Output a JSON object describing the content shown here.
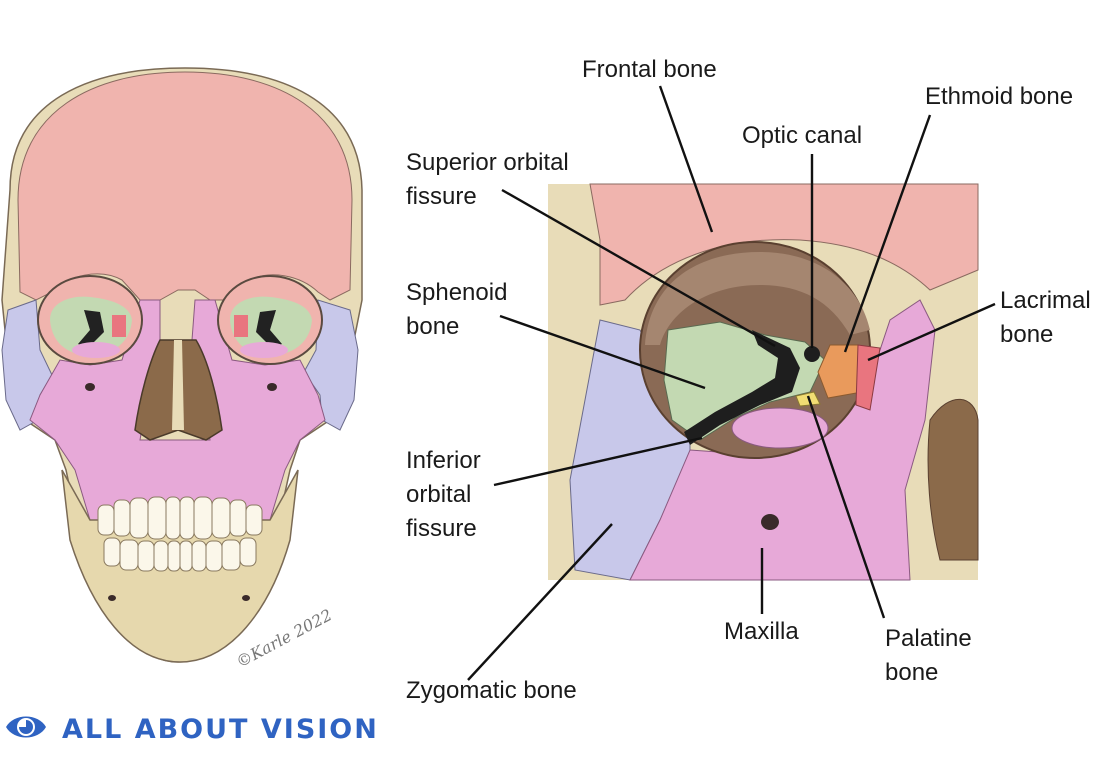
{
  "labels": {
    "frontal": "Frontal bone",
    "ethmoid": "Ethmoid bone",
    "optic": "Optic canal",
    "superior_1": "Superior orbital",
    "superior_2": "fissure",
    "sphenoid_1": "Sphenoid",
    "sphenoid_2": "bone",
    "lacrimal_1": "Lacrimal",
    "lacrimal_2": "bone",
    "inferior_1": "Inferior",
    "inferior_2": "orbital",
    "inferior_3": "fissure",
    "zygomatic": "Zygomatic bone",
    "maxilla": "Maxilla",
    "palatine_1": "Palatine",
    "palatine_2": "bone"
  },
  "signature": "©Karle 2022",
  "brand": {
    "name": "ALL ABOUT VISION",
    "logo_icon": "eye-logo-icon",
    "color": "#2f63c2"
  },
  "colors": {
    "frontal": "#f0b4ae",
    "parietal": "#e8dcb8",
    "sphenoid": "#c3d9b2",
    "zygomatic": "#c8c8ea",
    "maxilla": "#e7a9d8",
    "ethmoid": "#e99a5c",
    "lacrimal": "#e9757f",
    "palatine": "#f2dd73",
    "mandible": "#e6d8ad"
  }
}
